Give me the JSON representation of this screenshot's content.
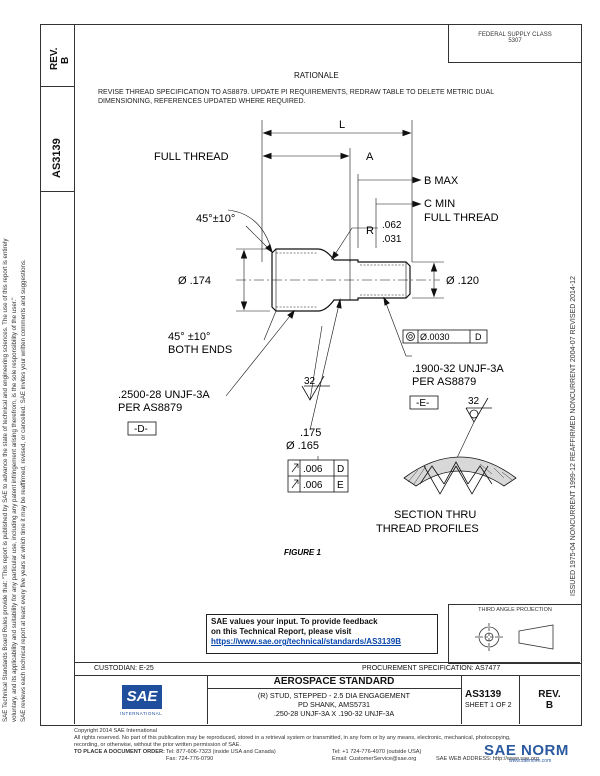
{
  "left_column": {
    "rev_label": "REV.",
    "rev_value": "B",
    "doc_number": "AS3139",
    "side_text_1": "SAE Technical Standards Board Rules provide that: \"This report is published by SAE to advance the state of technical and engineering sciences. The use of this report is entirely",
    "side_text_2": "voluntary, and its applicability and suitability for any particular use, including any patent infringement arising therefrom, is the sole responsibility of the user.\"",
    "side_text_3": "SAE reviews each technical report at least every five years at which time it may be reaffirmed, revised, or cancelled. SAE invites your written comments and suggestions."
  },
  "top_right": {
    "line1": "FEDERAL SUPPLY CLASS",
    "line2": "5307"
  },
  "rationale": {
    "title": "RATIONALE",
    "text": "REVISE THREAD SPECIFICATION TO AS8879. UPDATE PI REQUIREMENTS, REDRAW TABLE TO DELETE METRIC DUAL DIMENSIONING, REFERENCES UPDATED WHERE REQUIRED."
  },
  "drawing": {
    "dim_l": "L",
    "dim_a": "A",
    "full_thread": "FULL THREAD",
    "b_max": "B MAX",
    "c_min": "C MIN",
    "c_full_thread": "FULL THREAD",
    "radius_label": "R",
    "radius_max": ".062",
    "radius_min": ".031",
    "angle_top": "45°±10°",
    "dia_left": "Ø .174",
    "dia_right": "Ø .120",
    "angle_bottom_1": "45° ±10°",
    "angle_bottom_2": "BOTH ENDS",
    "fcf_diameter": "Ø.0030",
    "fcf_datum": "D",
    "thread_right_1": ".1900-32 UNJF-3A",
    "thread_right_2": "PER AS8879",
    "datum_e": "-E-",
    "finish_1": "32",
    "thread_left_1": ".2500-28 UNJF-3A",
    "thread_left_2": "PER AS8879",
    "datum_d": "-D-",
    "finish_2": "32",
    "dia_mid_max": ".175",
    "dia_mid_min": "Ø .165",
    "runout_1_value": ".006",
    "runout_1_datum": "D",
    "runout_2_value": ".006",
    "runout_2_datum": "E",
    "section_1": "SECTION THRU",
    "section_2": "THREAD PROFILES",
    "figure_caption": "FIGURE 1"
  },
  "side_margin_right": {
    "text": "ISSUED 1975-04    NONCURRENT 1999-12    REAFFIRMED NONCURRENT 2004-07    REVISED 2014-12"
  },
  "feedback": {
    "line1": "SAE values your input. To provide feedback",
    "line2": "on this Technical Report, please visit",
    "link": "https://www.sae.org/technical/standards/AS3139B"
  },
  "third_angle": {
    "title": "THIRD ANGLE PROJECTION"
  },
  "custodian": {
    "left": "CUSTODIAN: E-25",
    "right": "PROCUREMENT SPECIFICATION: AS7477"
  },
  "title_block": {
    "logo_text": "SAE",
    "logo_sub": "INTERNATIONAL",
    "heading": "AEROSPACE STANDARD",
    "line1": "(R) STUD, STEPPED - 2.5 DIA ENGAGEMENT",
    "line2": "PD SHANK, AMS5731",
    "line3": ".250-28 UNJF-3A X .190-32 UNJF-3A",
    "doc_number": "AS3139",
    "sheet": "SHEET 1 OF 2",
    "rev_label": "REV.",
    "rev_value": "B"
  },
  "footer": {
    "line1": "Copyright 2014 SAE International",
    "line2": "All rights reserved. No part of this publication may be reproduced, stored in a retrieval system or transmitted, in any form or by any means, electronic, mechanical, photocopying,",
    "line3": "recording, or otherwise, without the prior written permission of SAE.",
    "order_label": "TO PLACE A DOCUMENT ORDER:",
    "tel1": "Tel: 877-606-7323 (inside USA and Canada)",
    "tel2": "Tel: +1 724-776-4970 (outside USA)",
    "fax": "Fax: 724-776-0790",
    "email": "Email: CustomerService@sae.org",
    "web": "SAE WEB ADDRESS: http://www.sae.org"
  },
  "watermark": {
    "text": "SAE NORM",
    "sub": "www.saenorm.com"
  }
}
